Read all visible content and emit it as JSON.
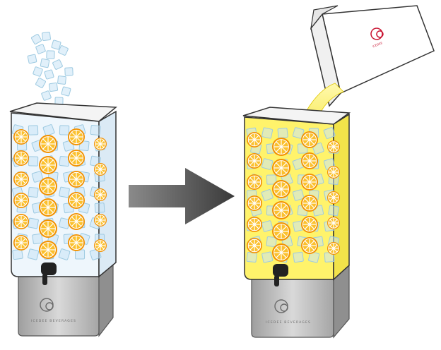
{
  "steps": [
    {
      "id": "step-1",
      "contents": "orange slices, ice, water"
    },
    {
      "id": "step-2",
      "contents": "orange slices, ice, lemonade"
    }
  ],
  "dispenser": {
    "brand_text": "ICEDEE BEVERAGES"
  },
  "carton": {
    "label_text": "ICEDEE"
  },
  "colors": {
    "orange_rind": "#f39200",
    "orange_flesh": "#fbc02d",
    "water": "#eaf4fb",
    "lemonade": "#fff35a",
    "ice": "#9ecae1",
    "base_metal": "#bdbdbd",
    "arrow": "#555555",
    "carton_accent": "#c8102e"
  }
}
